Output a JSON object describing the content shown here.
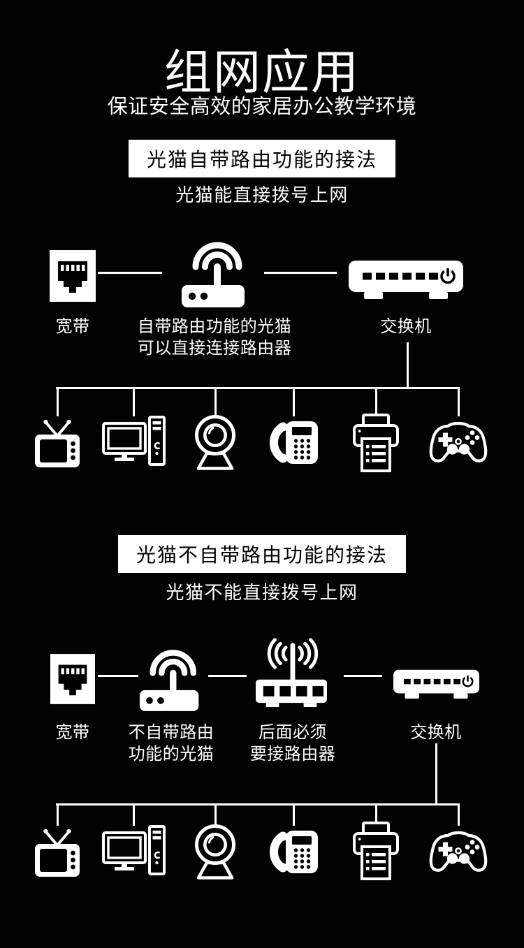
{
  "page": {
    "background": "#020202",
    "foreground": "#ffffff"
  },
  "header": {
    "title": "组网应用",
    "subtitle": "保证安全高效的家居办公教学环境"
  },
  "section1": {
    "badge": "光猫自带路由功能的接法",
    "note": "光猫能直接拨号上网",
    "nodes": [
      {
        "icon": "ethernet-port-icon",
        "label_lines": [
          "宽带"
        ]
      },
      {
        "icon": "wifi-modem-icon",
        "label_lines": [
          "自带路由功能的光猫",
          "可以直接连接路由器"
        ]
      },
      {
        "icon": "network-switch-icon",
        "label_lines": [
          "交换机"
        ]
      }
    ],
    "devices": [
      "tv-icon",
      "desktop-computer-icon",
      "webcam-icon",
      "telephone-icon",
      "printer-icon",
      "game-controller-icon"
    ]
  },
  "section2": {
    "badge": "光猫不自带路由功能的接法",
    "note": "光猫不能直接拨号上网",
    "nodes": [
      {
        "icon": "ethernet-port-icon",
        "label_lines": [
          "宽带"
        ]
      },
      {
        "icon": "wifi-modem-icon",
        "label_lines": [
          "不自带路由",
          "功能的光猫"
        ]
      },
      {
        "icon": "wifi-router-icon",
        "label_lines": [
          "后面必须",
          "要接路由器"
        ]
      },
      {
        "icon": "network-switch-icon",
        "label_lines": [
          "交换机"
        ]
      }
    ],
    "devices": [
      "tv-icon",
      "desktop-computer-icon",
      "webcam-icon",
      "telephone-icon",
      "printer-icon",
      "game-controller-icon"
    ]
  }
}
